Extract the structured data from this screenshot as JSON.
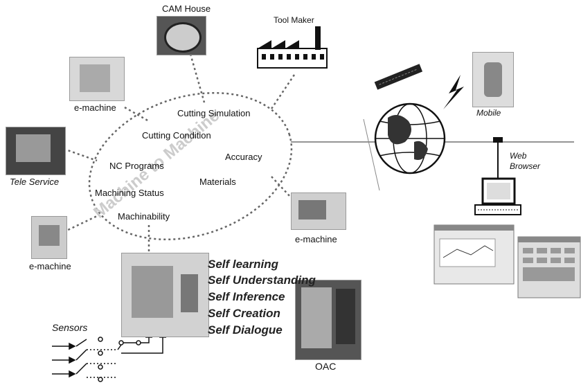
{
  "hub": {
    "watermark": "Machine to Machine",
    "items": [
      "Cutting Simulation",
      "Cutting Condition",
      "Accuracy",
      "NC Programs",
      "Materials",
      "Machining Status",
      "Machinability"
    ]
  },
  "nodes": {
    "cam_house": "CAM House",
    "tool_maker": "Tool Maker",
    "e_machine_top": "e-machine",
    "tele_service": "Tele Service",
    "e_machine_left": "e-machine",
    "e_machine_right": "e-machine",
    "mobile": "Mobile",
    "web_browser_1": "Web",
    "web_browser_2": "Browser",
    "sensors": "Sensors",
    "oac": "OAC"
  },
  "self_capabilities": [
    "Self learning",
    "Self Understanding",
    "Self Inference",
    "Self Creation",
    "Self Dialogue"
  ]
}
